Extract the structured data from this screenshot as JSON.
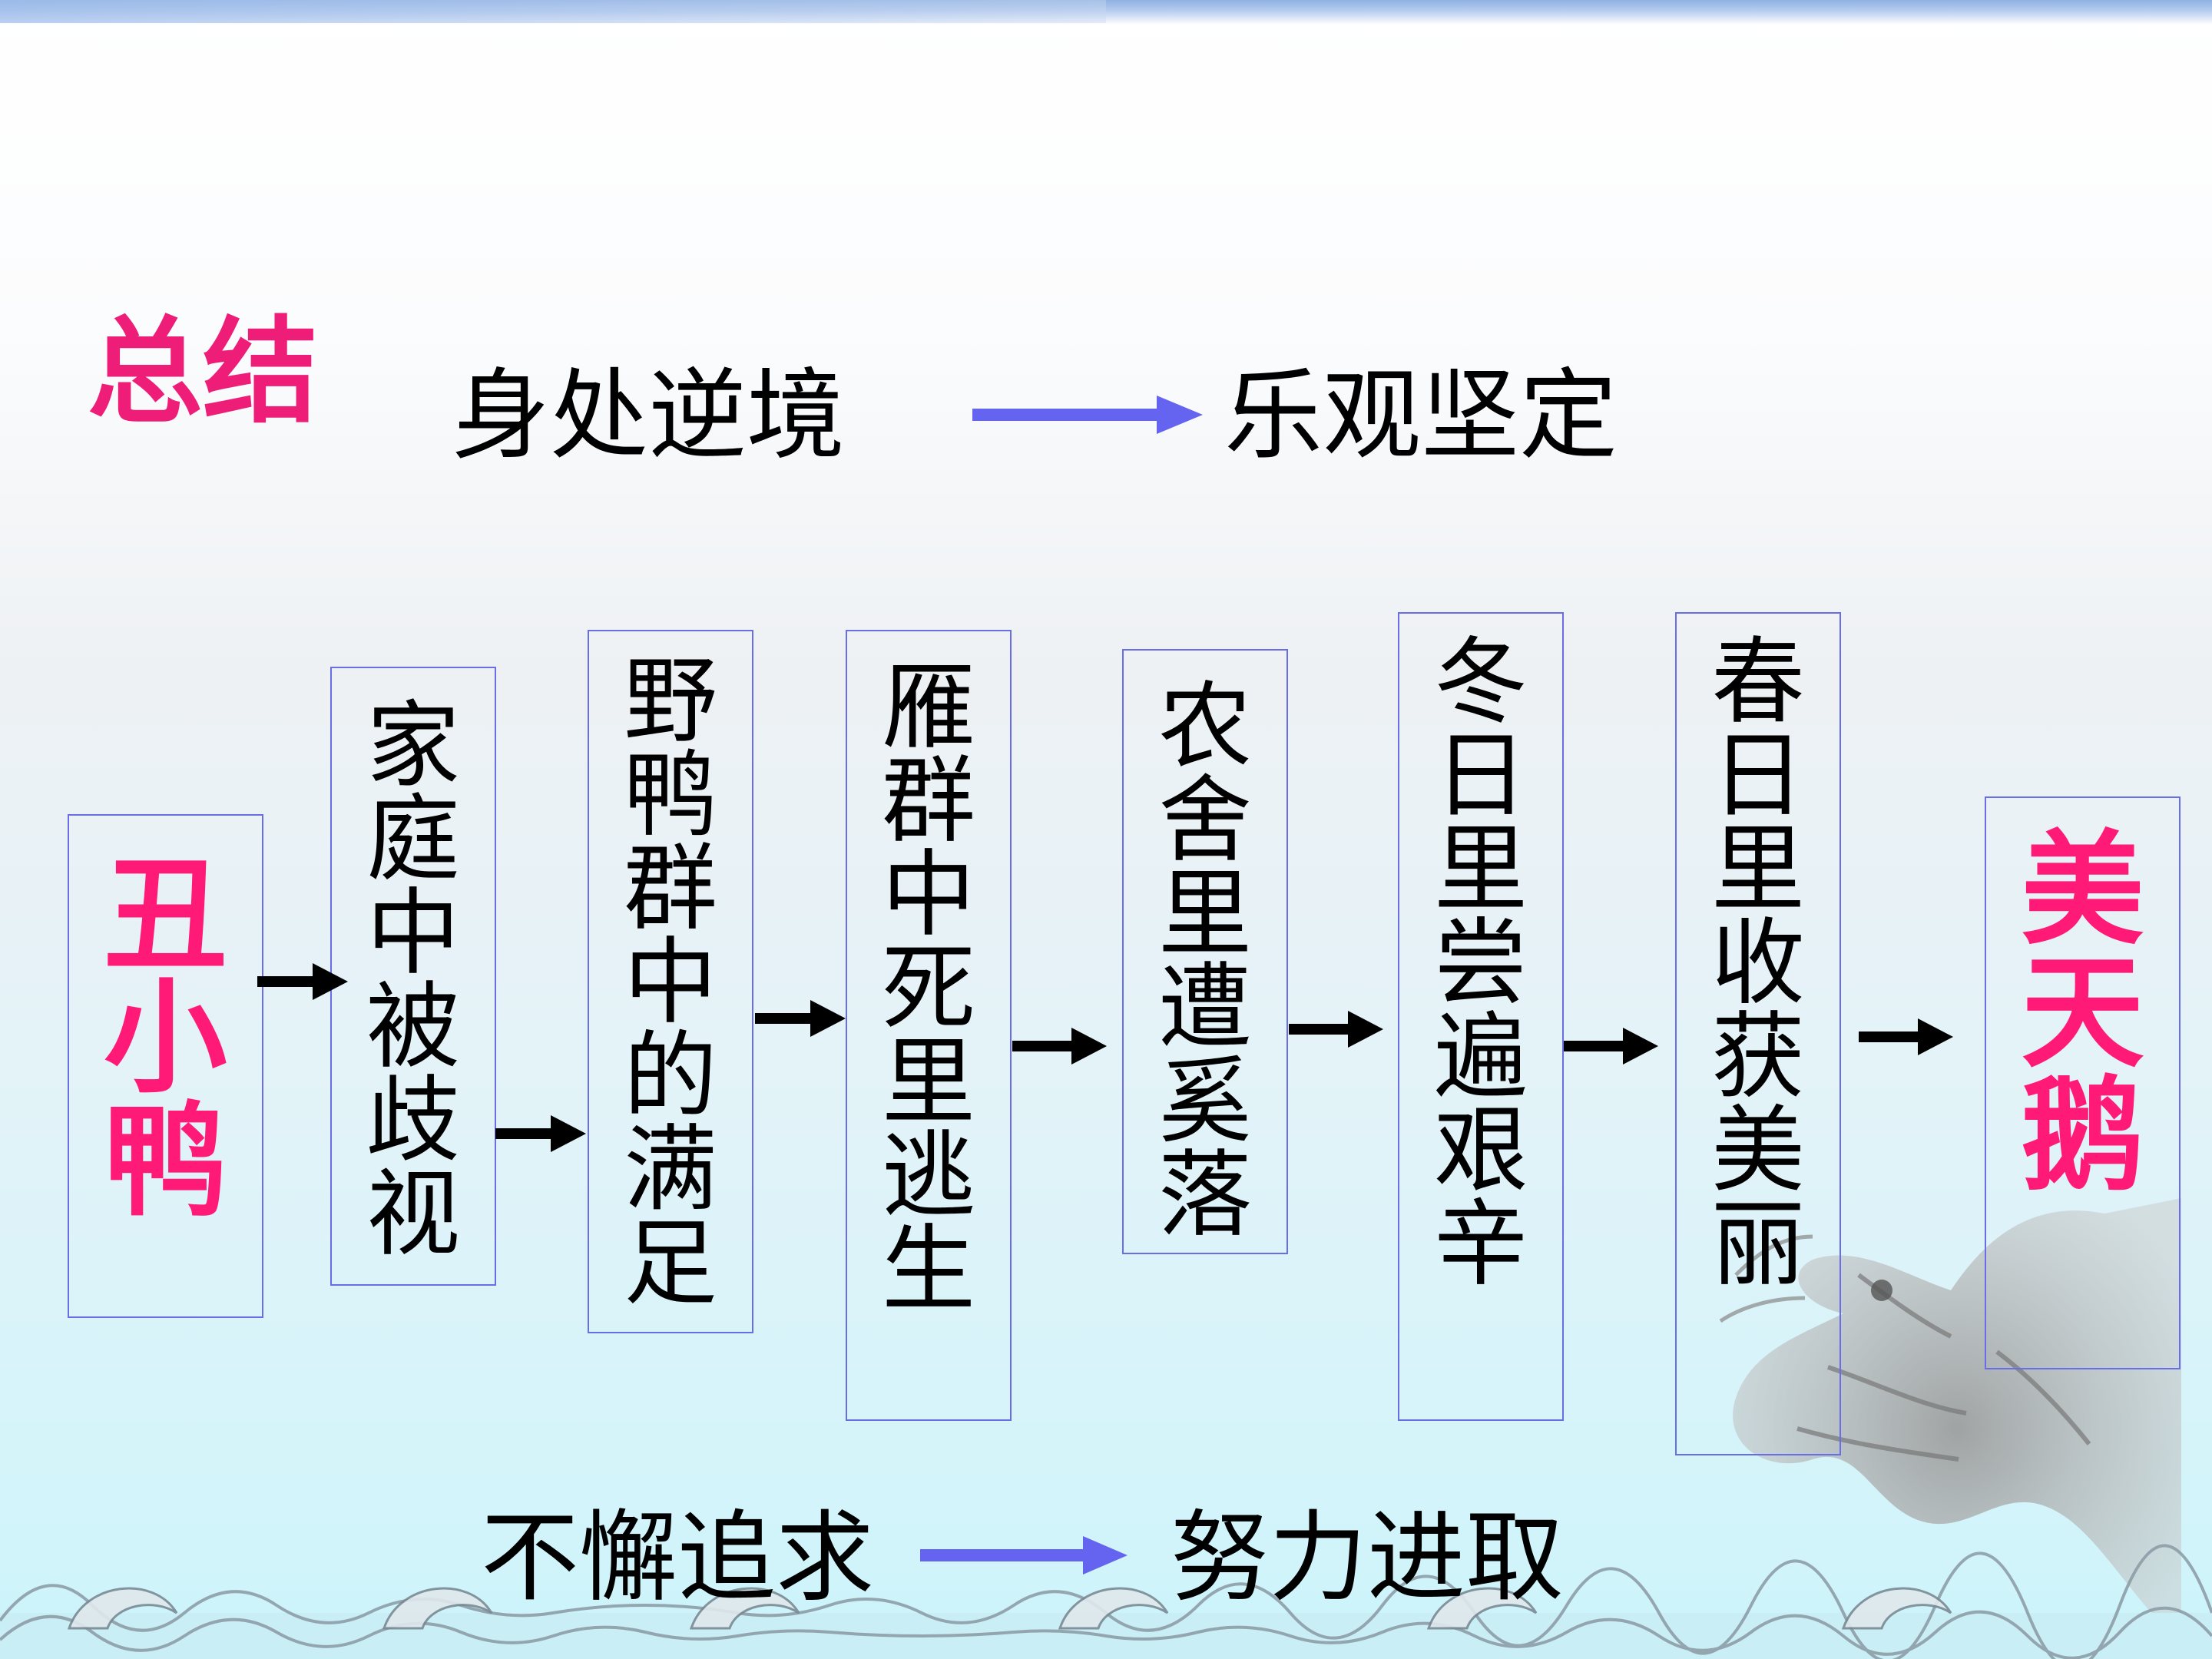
{
  "title": "总结",
  "top_row": {
    "left": "身处逆境",
    "right": "乐观坚定"
  },
  "bottom_row": {
    "left": "不懈追求",
    "right": "努力进取"
  },
  "stages": [
    "丑小鸭",
    "家庭中被歧视",
    "野鸭群中的满足",
    "雁群中死里逃生",
    "农舍里遭奚落",
    "冬日里尝遍艰辛",
    "春日里收获美丽",
    "美天鹅"
  ],
  "colors": {
    "title": "#ee1e78",
    "endpoint_text": "#ff1a77",
    "box_border": "#6a6ee6",
    "arrow_blue": "#6464f0",
    "arrow_black": "#000000"
  }
}
